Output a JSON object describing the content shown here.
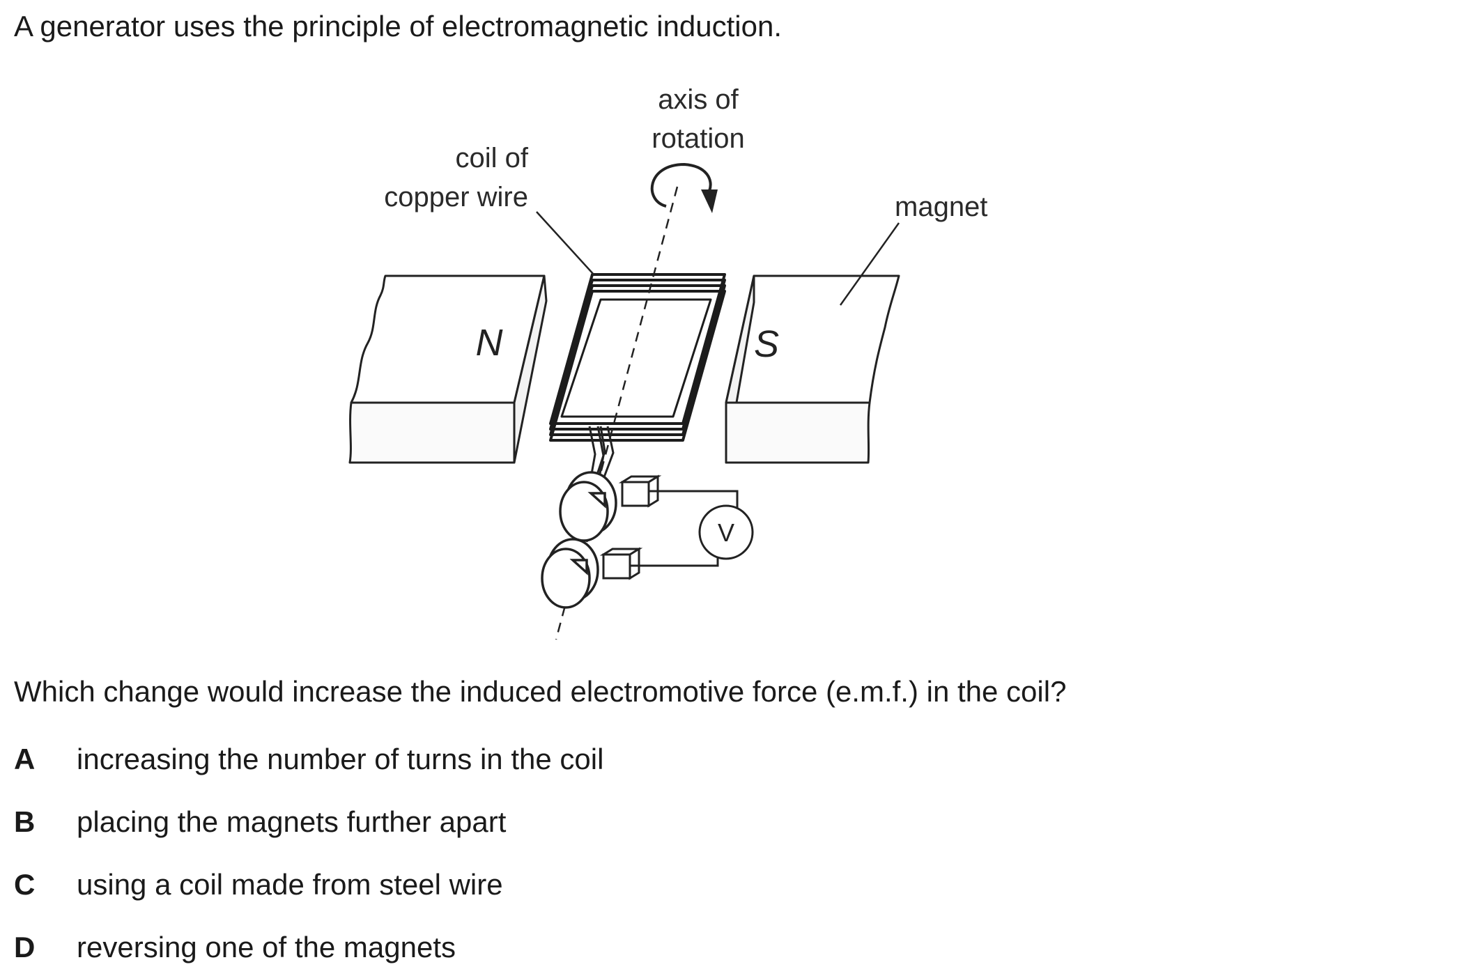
{
  "intro": "A generator uses the principle of electromagnetic induction.",
  "figure": {
    "labels": {
      "axis_line1": "axis of",
      "axis_line2": "rotation",
      "coil_line1": "coil of",
      "coil_line2": "copper wire",
      "magnet": "magnet",
      "north": "N",
      "south": "S",
      "voltmeter": "V"
    }
  },
  "question": "Which change would increase the induced electromotive force (e.m.f.) in the coil?",
  "options": [
    {
      "letter": "A",
      "text": "increasing the number of turns in the coil"
    },
    {
      "letter": "B",
      "text": "placing the magnets further apart"
    },
    {
      "letter": "C",
      "text": "using a coil made from steel wire"
    },
    {
      "letter": "D",
      "text": "reversing one of the magnets"
    }
  ]
}
